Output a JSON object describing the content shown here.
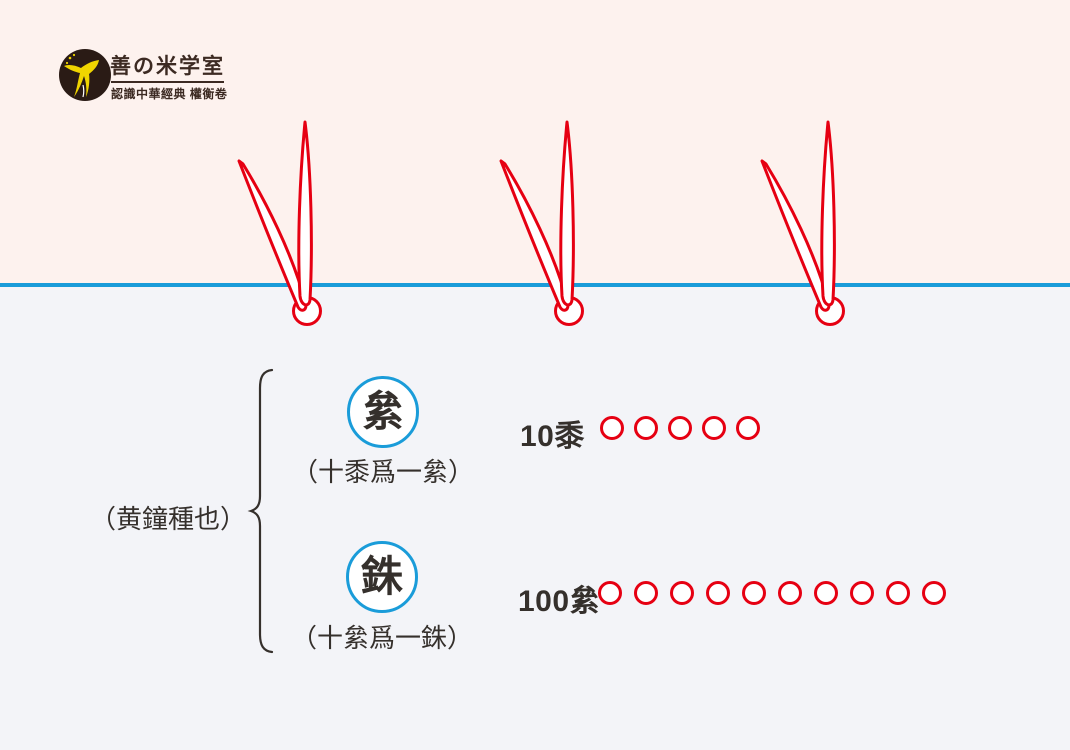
{
  "logo": {
    "title": "善の米学室",
    "subtitle": "認識中華經典  權衡卷",
    "emblem_icon": "yellow-swallow-bird-icon"
  },
  "left_annotation": "（黄鐘種也）",
  "units": [
    {
      "char": "絫",
      "caption": "（十黍爲一絫）",
      "equation_label": "10黍",
      "circle_count": 5
    },
    {
      "char": "銖",
      "caption": "（十絫爲一銖）",
      "equation_label": "100絫",
      "circle_count": 10
    }
  ],
  "sprout_count": 3,
  "colors": {
    "accent_red": "#e60012",
    "accent_blue": "#1a9cd9",
    "ink": "#35302c",
    "logo_ink": "#3c2a22",
    "top_bg": "#fdf2ee",
    "bottom_bg": "#f3f4f8",
    "logo_bg": "#2a1b15",
    "bird_yellow": "#f0d500"
  }
}
